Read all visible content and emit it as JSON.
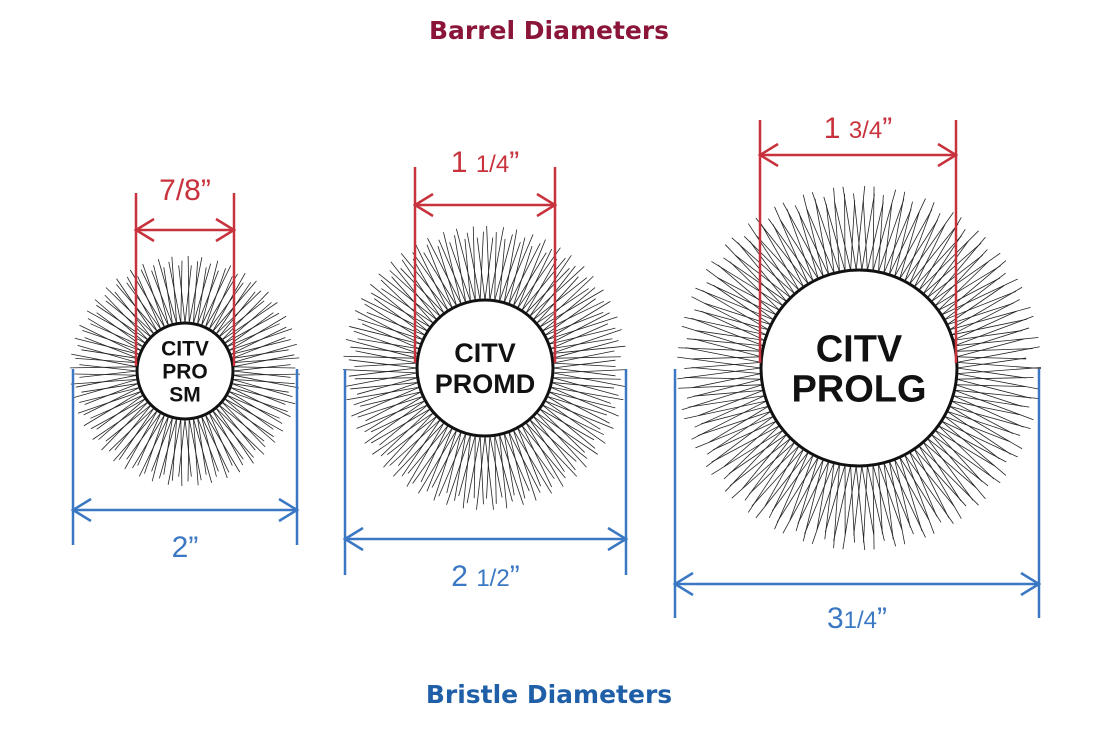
{
  "title_top": "Barrel Diameters",
  "title_bottom": "Bristle Diameters",
  "colors": {
    "barrel": "#c8323c",
    "bristle": "#3b78c4",
    "barrel_title": "#8b1538",
    "bristle_title": "#1f5fa8"
  },
  "brushes": [
    {
      "id": "sm",
      "label_lines": [
        "CITV",
        "PRO",
        "SM"
      ],
      "barrel_whole": "",
      "barrel_frac": "7/8",
      "bristle_whole": "2",
      "bristle_frac": ""
    },
    {
      "id": "md",
      "label_lines": [
        "CITV",
        "PROMD"
      ],
      "barrel_whole": "1 ",
      "barrel_frac": "1/4",
      "bristle_whole": "2 ",
      "bristle_frac": "1/2"
    },
    {
      "id": "lg",
      "label_lines": [
        "CITV",
        "PROLG"
      ],
      "barrel_whole": "1 ",
      "barrel_frac": "3/4",
      "bristle_whole": "3",
      "bristle_frac": "1/4"
    }
  ]
}
